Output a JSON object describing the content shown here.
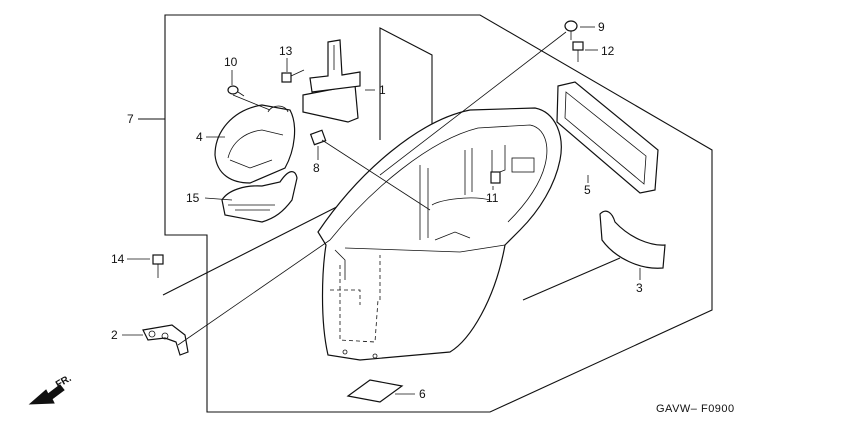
{
  "diagram": {
    "code": "GAVW– F0900",
    "direction_label": "FR.",
    "callouts": [
      {
        "id": "1",
        "label": "1"
      },
      {
        "id": "2",
        "label": "2"
      },
      {
        "id": "3",
        "label": "3"
      },
      {
        "id": "4",
        "label": "4"
      },
      {
        "id": "5",
        "label": "5"
      },
      {
        "id": "6",
        "label": "6"
      },
      {
        "id": "7",
        "label": "7"
      },
      {
        "id": "8",
        "label": "8"
      },
      {
        "id": "9",
        "label": "9"
      },
      {
        "id": "10",
        "label": "10"
      },
      {
        "id": "11",
        "label": "11"
      },
      {
        "id": "12",
        "label": "12"
      },
      {
        "id": "13",
        "label": "13"
      },
      {
        "id": "14",
        "label": "14"
      },
      {
        "id": "15",
        "label": "15"
      }
    ]
  }
}
